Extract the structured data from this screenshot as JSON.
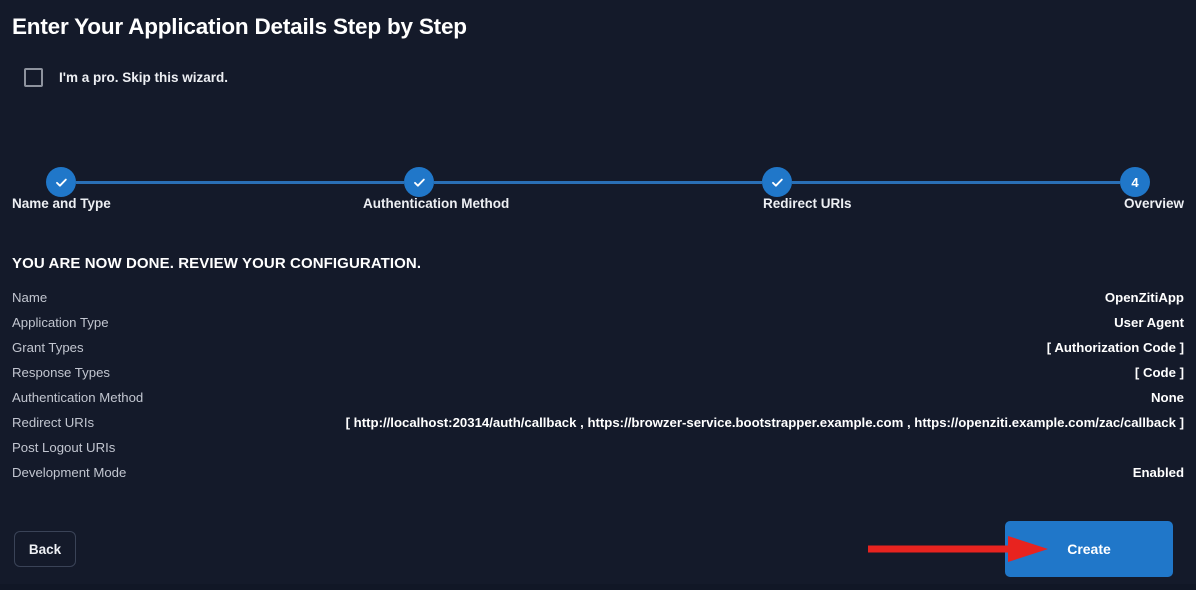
{
  "page": {
    "title": "Enter Your Application Details Step by Step",
    "background_color": "#141a2a",
    "accent_color": "#2077c9",
    "annotation_color": "#e8231f"
  },
  "skip": {
    "label": "I'm a pro. Skip this wizard.",
    "checked": false
  },
  "stepper": {
    "current_step": 4,
    "steps": [
      {
        "index": "1",
        "label": "Name and Type",
        "state": "complete",
        "glyph": "check-icon"
      },
      {
        "index": "2",
        "label": "Authentication Method",
        "state": "complete",
        "glyph": "check-icon"
      },
      {
        "index": "3",
        "label": "Redirect URIs",
        "state": "complete",
        "glyph": "check-icon"
      },
      {
        "index": "4",
        "label": "Overview",
        "state": "active",
        "glyph": "number"
      }
    ]
  },
  "review": {
    "heading": "YOU ARE NOW DONE. REVIEW YOUR CONFIGURATION.",
    "rows": [
      {
        "key": "Name",
        "value": "OpenZitiApp"
      },
      {
        "key": "Application Type",
        "value": "User Agent"
      },
      {
        "key": "Grant Types",
        "value": "[ Authorization Code ]"
      },
      {
        "key": "Response Types",
        "value": "[ Code ]"
      },
      {
        "key": "Authentication Method",
        "value": "None"
      },
      {
        "key": "Redirect URIs",
        "value": "[ http://localhost:20314/auth/callback , https://browzer-service.bootstrapper.example.com , https://openziti.example.com/zac/callback ]"
      },
      {
        "key": "Post Logout URIs",
        "value": ""
      },
      {
        "key": "Development Mode",
        "value": "Enabled"
      }
    ]
  },
  "footer": {
    "back_label": "Back",
    "create_label": "Create"
  }
}
